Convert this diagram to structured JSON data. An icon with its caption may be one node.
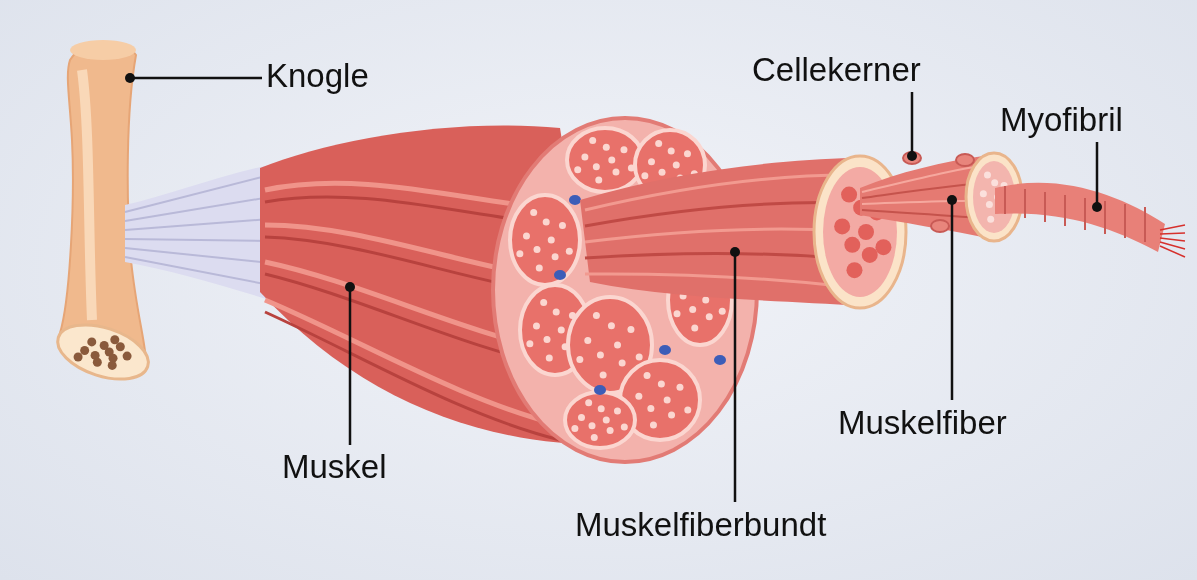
{
  "diagram": {
    "nodes": [
      {
        "text": [
          "Knogle"
        ]
      },
      {
        "text": [
          "Cellekerner"
        ]
      },
      {
        "text": [
          "Myofibril"
        ]
      },
      {
        "text": [
          "Muskel"
        ]
      },
      {
        "text": [
          "Muskelfiber"
        ]
      },
      {
        "text": [
          "Muskelfiberbundt"
        ]
      },
      {
        "text": [],
        "shape": "picture"
      },
      {
        "text": [],
        "shape": "picture"
      },
      {
        "text": [],
        "shape": "picture"
      },
      {
        "text": [],
        "shape": "picture",
        "in": 10
      },
      {
        "text": [],
        "shape": "picture"
      },
      {
        "text": [],
        "shape": "picture"
      }
    ],
    "edges": [
      {
        "from": 0,
        "to": 6,
        "arrow": "other"
      },
      {
        "from": 1,
        "to": 9,
        "arrow": "other"
      },
      {
        "from": 2,
        "to": 11,
        "arrow": "other"
      },
      {
        "from": 3,
        "to": 7,
        "arrow": "other"
      },
      {
        "from": 4,
        "to": 10,
        "arrow": "other"
      },
      {
        "from": 5,
        "to": 8,
        "arrow": "other"
      }
    ]
  }
}
